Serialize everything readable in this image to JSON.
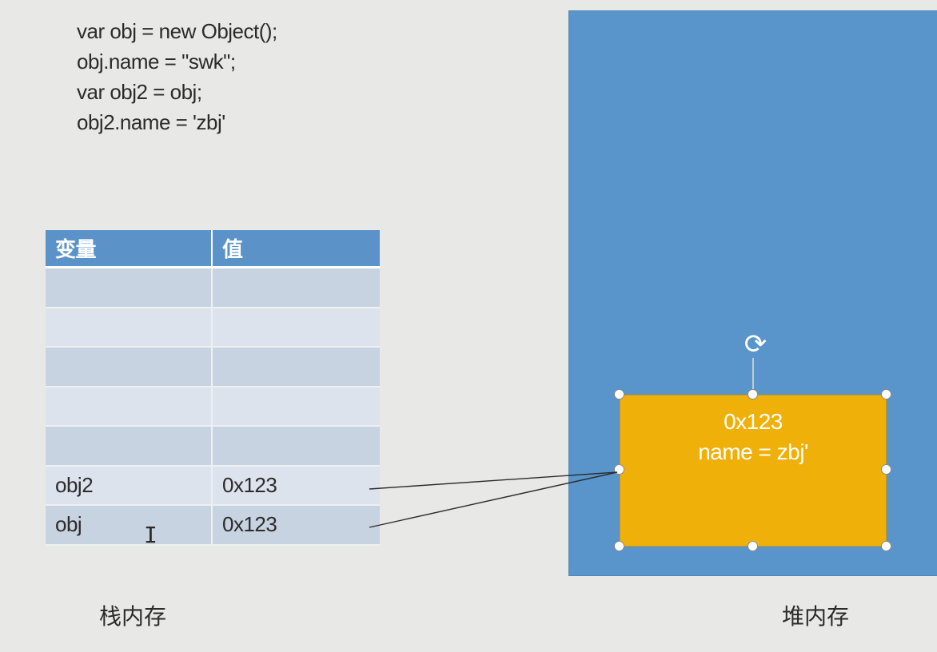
{
  "code": {
    "lines": [
      "var obj = new Object();",
      "obj.name = \"swk\";",
      "var obj2 = obj;",
      "obj2.name = 'zbj'"
    ]
  },
  "stack": {
    "headers": [
      "变量",
      "值"
    ],
    "rows": [
      {
        "var": "",
        "val": ""
      },
      {
        "var": "",
        "val": ""
      },
      {
        "var": "",
        "val": ""
      },
      {
        "var": "",
        "val": ""
      },
      {
        "var": "",
        "val": ""
      },
      {
        "var": "obj2",
        "val": "0x123"
      },
      {
        "var": "obj",
        "val": "0x123"
      }
    ],
    "label": "栈内存"
  },
  "heap": {
    "object": {
      "address": "0x123",
      "content": "name = zbj'"
    },
    "label": "堆内存"
  },
  "icons": {
    "rotate": "rotate-handle-icon",
    "cursor": "text-cursor-icon"
  },
  "colors": {
    "background": "#e8e9e6",
    "table_header": "#5b93c9",
    "heap": "#5994cb",
    "object": "#f0b00a"
  }
}
